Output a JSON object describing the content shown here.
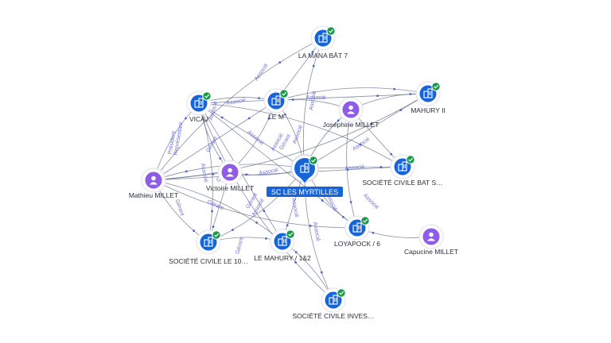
{
  "graph": {
    "center_label": "SC LES MYRTILLES",
    "nodes": [
      {
        "label": "LA MANA BÂT 7",
        "type": "company",
        "verified": true
      },
      {
        "label": "VICAJ",
        "type": "company",
        "verified": true
      },
      {
        "label": "LE M",
        "type": "company",
        "verified": true
      },
      {
        "label": "Joséphine MILLET",
        "type": "person",
        "verified": false
      },
      {
        "label": "MAHURY II",
        "type": "company",
        "verified": true
      },
      {
        "label": "Mathieu MILLET",
        "type": "person",
        "verified": false
      },
      {
        "label": "Victoire MILLET",
        "type": "person",
        "verified": false
      },
      {
        "label": "SOCIÉTÉ CIVILE BAT S…",
        "type": "company",
        "verified": true
      },
      {
        "label": "LOYAPOCK / 6",
        "type": "company",
        "verified": true
      },
      {
        "label": "Capucine MILLET",
        "type": "person",
        "verified": false
      },
      {
        "label": "SOCIÉTÉ CIVILE LE 10…",
        "type": "company",
        "verified": true
      },
      {
        "label": "LE MAHURY / 1&2",
        "type": "company",
        "verified": true
      },
      {
        "label": "SOCIÉTÉ CIVILE INVES…",
        "type": "company",
        "verified": true
      },
      {
        "label": "SC LES MYRTILLES",
        "type": "company",
        "verified": true
      }
    ],
    "edge_labels": [
      "Associé",
      "Gérant",
      "Président",
      "Représentant"
    ],
    "colors": {
      "company": "#1565d8",
      "person": "#8e5ce6",
      "verified": "#1a9a4a",
      "edge_label": "#6d6fe0"
    }
  }
}
